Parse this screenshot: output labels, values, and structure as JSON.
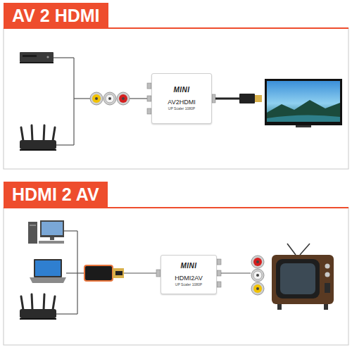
{
  "diagram": {
    "nodes": [
      {
        "text": [
          "AV 2 HDMI"
        ]
      },
      {
        "text": [
          "MINI",
          "AV2HDMI",
          "UP Scaler 1080P"
        ]
      },
      {
        "text": [
          "HDMI 2 AV"
        ]
      },
      {
        "text": [
          "MINI",
          "HDMI2AV",
          "UP Scaler 1080P"
        ]
      }
    ]
  }
}
